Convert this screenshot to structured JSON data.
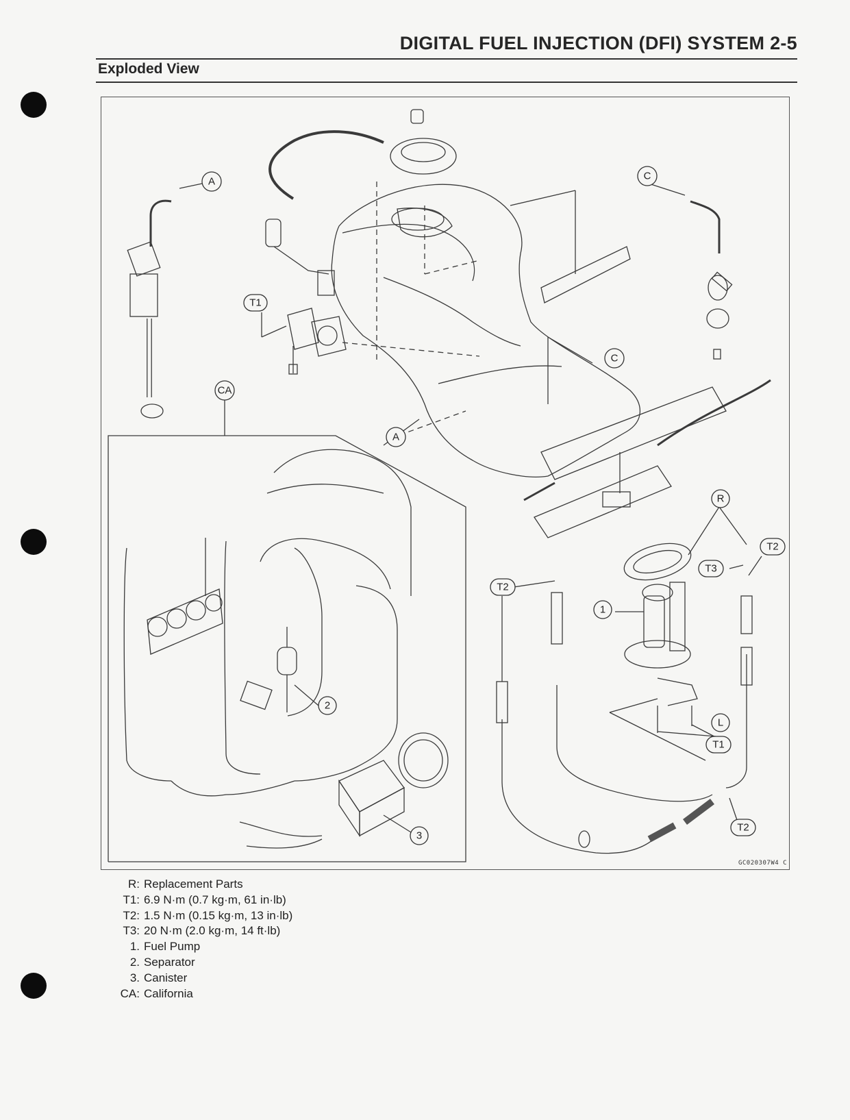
{
  "header": {
    "title": "DIGITAL FUEL INJECTION (DFI) SYSTEM 2-5",
    "section": "Exploded View"
  },
  "figure": {
    "code": "GC020307W4 C",
    "callouts": {
      "A1": "A",
      "A2": "A",
      "C1": "C",
      "C2": "C",
      "T1a": "T1",
      "T1b": "T1",
      "T2a": "T2",
      "T2b": "T2",
      "T2c": "T2",
      "T3": "T3",
      "R": "R",
      "L": "L",
      "CA": "CA",
      "n1": "1",
      "n2": "2",
      "n3": "3"
    }
  },
  "legend": [
    {
      "key": "R:",
      "text": "Replacement Parts"
    },
    {
      "key": "T1:",
      "text": "6.9 N·m (0.7 kg·m, 61 in·lb)"
    },
    {
      "key": "T2:",
      "text": "1.5 N·m (0.15 kg·m, 13 in·lb)"
    },
    {
      "key": "T3:",
      "text": "20 N·m (2.0 kg·m, 14 ft·lb)"
    },
    {
      "key": "1.",
      "text": "Fuel Pump"
    },
    {
      "key": "2.",
      "text": "Separator"
    },
    {
      "key": "3.",
      "text": "Canister"
    },
    {
      "key": "CA:",
      "text": "California"
    }
  ]
}
